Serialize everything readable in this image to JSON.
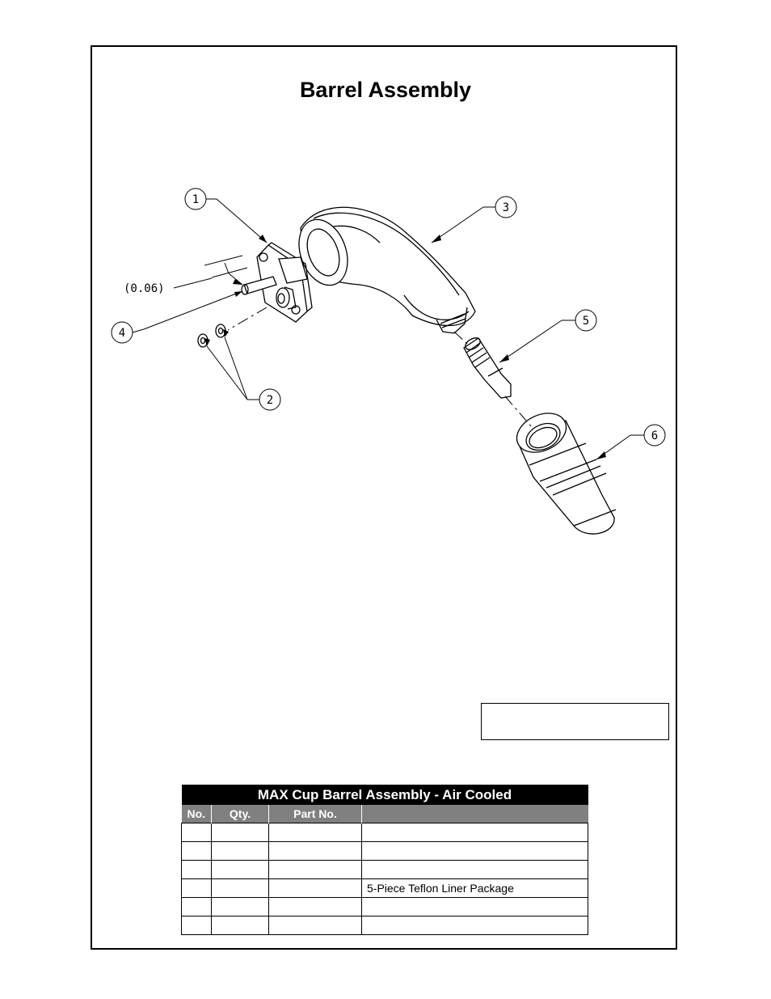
{
  "page_title": "Barrel Assembly",
  "drawing": {
    "balloons": [
      "1",
      "2",
      "3",
      "4",
      "5",
      "6"
    ],
    "dimension_text": "(0.06)"
  },
  "table": {
    "caption": "MAX Cup Barrel Assembly - Air Cooled",
    "headers": [
      "No.",
      "Qty.",
      "Part No.",
      ""
    ],
    "rows": [
      {
        "no": "",
        "qty": "",
        "part_no": "",
        "description": ""
      },
      {
        "no": "",
        "qty": "",
        "part_no": "",
        "description": ""
      },
      {
        "no": "",
        "qty": "",
        "part_no": "",
        "description": ""
      },
      {
        "no": "",
        "qty": "",
        "part_no": "",
        "description": "5-Piece Teflon Liner Package"
      },
      {
        "no": "",
        "qty": "",
        "part_no": "",
        "description": ""
      },
      {
        "no": "",
        "qty": "",
        "part_no": "",
        "description": ""
      }
    ]
  }
}
